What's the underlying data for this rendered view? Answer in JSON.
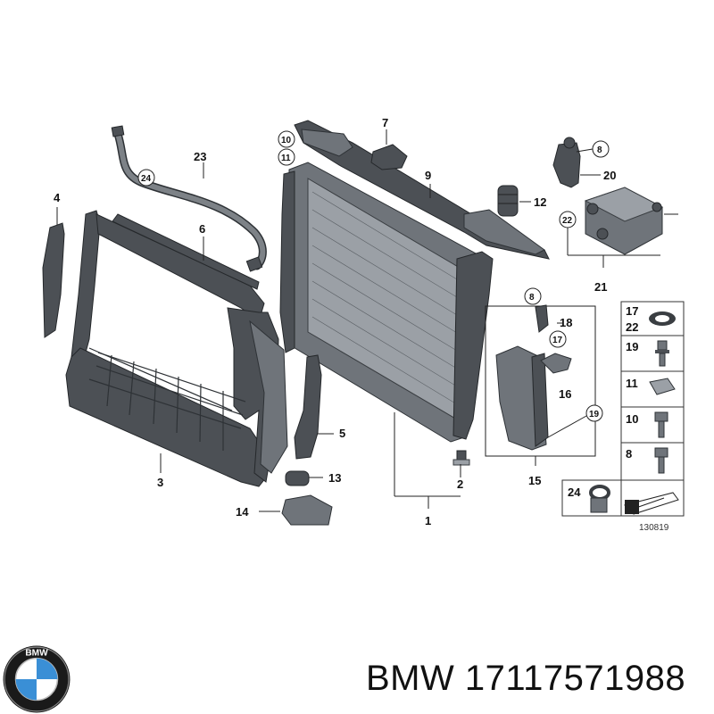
{
  "diagram": {
    "ref_number": "130819",
    "callouts": [
      "1",
      "2",
      "3",
      "4",
      "5",
      "6",
      "7",
      "8",
      "9",
      "10",
      "11",
      "12",
      "13",
      "14",
      "15",
      "16",
      "17",
      "18",
      "19",
      "20",
      "21",
      "22",
      "23",
      "24"
    ],
    "circled": [
      "10",
      "11",
      "24",
      "8",
      "22",
      "8",
      "17",
      "19"
    ],
    "legend": [
      "17",
      "22",
      "19",
      "11",
      "10",
      "8",
      "24"
    ]
  },
  "footer": {
    "brand": "BMW",
    "part_number": "17117571988",
    "logo_letters": "BMW"
  }
}
